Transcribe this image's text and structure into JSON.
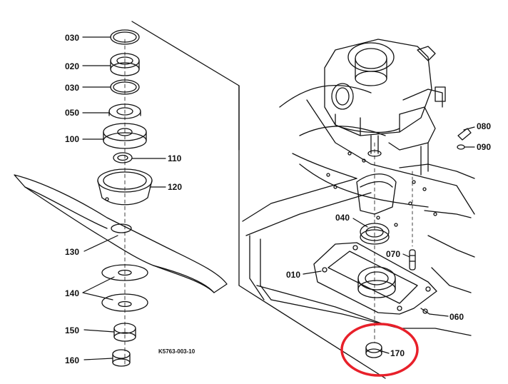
{
  "figure_code": "K5763-003-10",
  "parts": [
    {
      "id": "030a",
      "label": "030"
    },
    {
      "id": "020",
      "label": "020"
    },
    {
      "id": "030b",
      "label": "030"
    },
    {
      "id": "050",
      "label": "050"
    },
    {
      "id": "100",
      "label": "100"
    },
    {
      "id": "110",
      "label": "110"
    },
    {
      "id": "120",
      "label": "120"
    },
    {
      "id": "130",
      "label": "130"
    },
    {
      "id": "140",
      "label": "140"
    },
    {
      "id": "150",
      "label": "150"
    },
    {
      "id": "160",
      "label": "160"
    },
    {
      "id": "080",
      "label": "080"
    },
    {
      "id": "090",
      "label": "090"
    },
    {
      "id": "040",
      "label": "040"
    },
    {
      "id": "070",
      "label": "070"
    },
    {
      "id": "010",
      "label": "010"
    },
    {
      "id": "060",
      "label": "060"
    },
    {
      "id": "170",
      "label": "170"
    }
  ],
  "highlight": {
    "target": "170",
    "color": "#e8202a"
  }
}
